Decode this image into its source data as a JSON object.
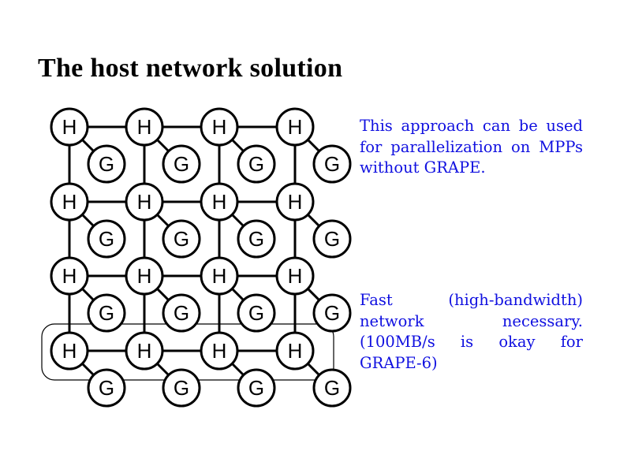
{
  "slide": {
    "title": "The host network solution",
    "paragraphs": [
      "This approach can be used for paralleliza­tion on MPPs with­out GRAPE.",
      "Fast (high-bandwidth) network necessary. (100MB/s is okay for GRAPE-6)"
    ],
    "text_color": "#1010e0"
  },
  "diagram": {
    "host_label": "H",
    "grape_label": "G",
    "rows": 4,
    "cols": 4,
    "highlighted_row": 4
  }
}
